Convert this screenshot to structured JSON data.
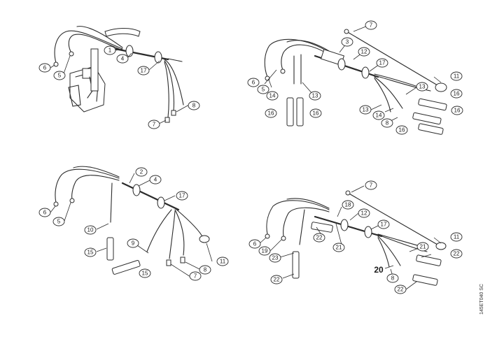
{
  "diagram_code": "145ET040 SC",
  "panels": [
    {
      "name": "top-left",
      "callouts": [
        "1",
        "4",
        "5",
        "6",
        "17",
        "7",
        "8"
      ]
    },
    {
      "name": "top-right",
      "callouts": [
        "7",
        "3",
        "12",
        "17",
        "11",
        "16",
        "6",
        "5",
        "14",
        "13",
        "13",
        "13",
        "14",
        "8",
        "16",
        "16",
        "16",
        "16"
      ]
    },
    {
      "name": "bottom-left",
      "callouts": [
        "2",
        "4",
        "17",
        "6",
        "5",
        "10",
        "15",
        "9",
        "15",
        "11",
        "8",
        "7"
      ]
    },
    {
      "name": "bottom-right",
      "callouts": [
        "7",
        "18",
        "12",
        "17",
        "6",
        "19",
        "22",
        "23",
        "21",
        "21",
        "11",
        "22",
        "20",
        "8",
        "22",
        "22"
      ]
    }
  ]
}
